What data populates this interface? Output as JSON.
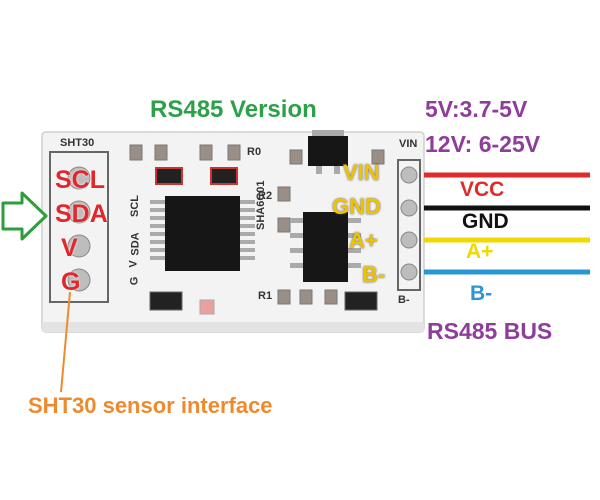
{
  "title": "RS485 Version",
  "power": {
    "line_5v": "5V:3.7-5V",
    "line_12v": "12V: 6-25V"
  },
  "sensor_interface": "SHT30 sensor interface",
  "bus_label": "RS485 BUS",
  "sensor_pins": [
    "SCL",
    "SDA",
    "V",
    "G"
  ],
  "module_pins": [
    "VIN",
    "GND",
    "A+",
    "B-"
  ],
  "wires": [
    {
      "label": "VCC",
      "color": "#e02b2b"
    },
    {
      "label": "GND",
      "color": "#111111"
    },
    {
      "label": "A+",
      "color": "#f2d800"
    },
    {
      "label": "B-",
      "color": "#2a96d4"
    }
  ],
  "silkscreen": {
    "header": "SHT30",
    "vin": "VIN",
    "b_minus": "B-",
    "r0": "R0",
    "r2": "R2",
    "r1": "R1",
    "chip": "SHA6C01",
    "left_col": [
      "SCL",
      "SDA",
      "V",
      "G"
    ]
  },
  "colors": {
    "board": "#f4f4f4",
    "title_green": "#2da04a",
    "power_purple": "#8f3d9a",
    "interface_orange": "#ef8a2c",
    "pin_red": "#e3262a",
    "pin_yellow": "#f0c300",
    "arrow_green": "#2e9e3a"
  }
}
